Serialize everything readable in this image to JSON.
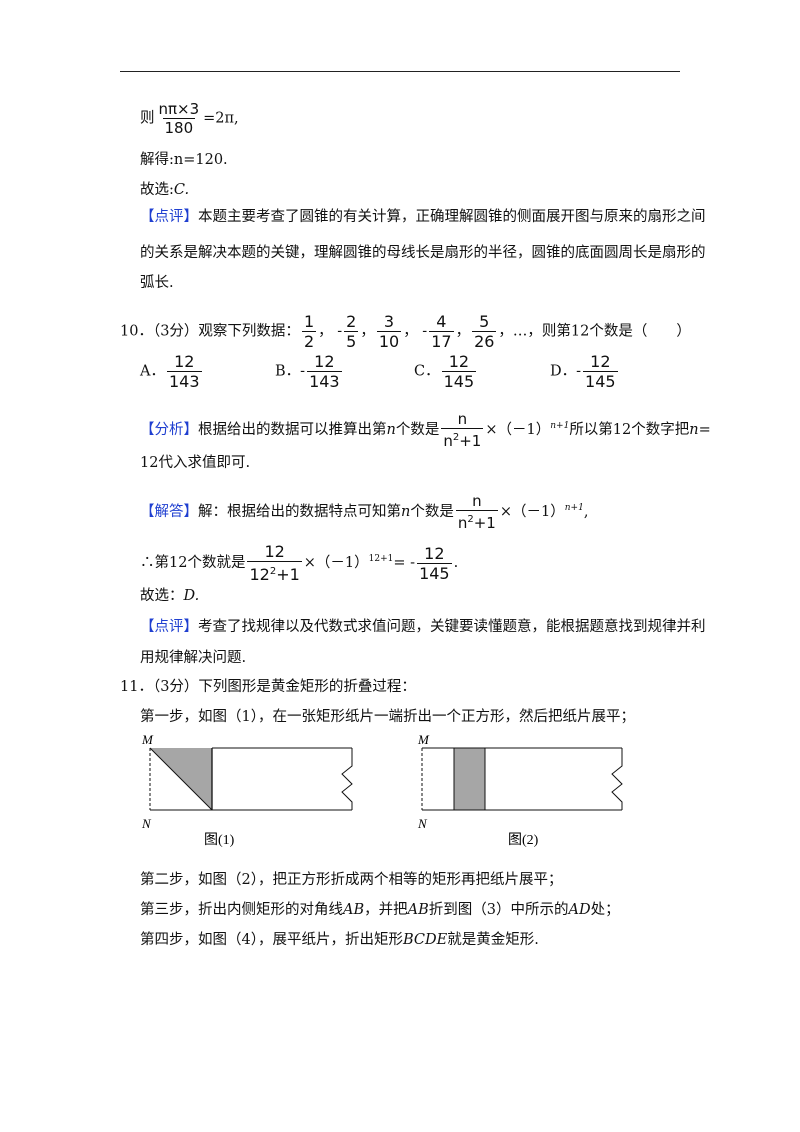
{
  "lines": {
    "l1_prefix": "则",
    "l1_num": "nπ×3",
    "l1_den": "180",
    "l1_suffix": "=2π,",
    "l2_text": "解得:n=120.",
    "l3_prefix": "故选:",
    "l3_answer": "C.",
    "l4_tag": "【点评】",
    "l4_text": "本题主要考查了圆锥的有关计算，正确理解圆锥的侧面展开图与原来的扇形之间",
    "l5_text": "的关系是解决本题的关键，理解圆锥的母线长是扇形的半径，圆锥的底面圆周长是扇形的",
    "l6_text": "弧长."
  },
  "q10": {
    "number_score": "10．（3分）观察下列数据：",
    "f1_num": "1",
    "f1_den": "2",
    "f2_num": "2",
    "f2_den": "5",
    "f3_num": "3",
    "f3_den": "10",
    "f4_num": "4",
    "f4_den": "17",
    "f5_num": "5",
    "f5_den": "26",
    "neg": "-",
    "sep": "，",
    "tail": "，…，则第12个数是（　　）",
    "options": [
      {
        "label": "A．",
        "sign": "",
        "num": "12",
        "den": "143"
      },
      {
        "label": "B．",
        "sign": "-",
        "num": "12",
        "den": "143"
      },
      {
        "label": "C．",
        "sign": "",
        "num": "12",
        "den": "145"
      },
      {
        "label": "D．",
        "sign": "-",
        "num": "12",
        "den": "145"
      }
    ],
    "analysis_tag": "【分析】",
    "analysis_a": "根据给出的数据可以推算出第",
    "analysis_n": "n",
    "analysis_b": "个数是",
    "frac_num": "n",
    "frac_den_base": "n",
    "frac_den_exp": "2",
    "frac_den_tail": "+1",
    "times_neg1": "×（－1）",
    "exp_n1": "n+1",
    "analysis_c": "所以第12个数字把",
    "analysis_d": "n=",
    "analysis_e": "12代入求值即可.",
    "solution_tag": "【解答】",
    "solution_a": "解：根据给出的数据特点可知第",
    "solution_b": "个数是",
    "result_prefix": "∴第12个数就是",
    "r_num": "12",
    "r_den_base": "12",
    "r_den_exp": "2",
    "r_den_tail": "+1",
    "r_exp": "12+1",
    "r_eq": "= -",
    "r_res_num": "12",
    "r_res_den": "145",
    "r_end": ".",
    "choose": "故选：",
    "choose_ans": "D.",
    "comment_tag": "【点评】",
    "comment_a": "考查了找规律以及代数式求值问题，关键要读懂题意，能根据题意找到规律并利",
    "comment_b": "用规律解决问题."
  },
  "q11": {
    "title": "11．（3分）下列图形是黄金矩形的折叠过程：",
    "step1": "第一步，如图（1），在一张矩形纸片一端折出一个正方形，然后把纸片展平；",
    "fig1_label": "图(1)",
    "fig2_label": "图(2)",
    "label_m": "M",
    "label_n": "N",
    "step2": "第二步，如图（2），把正方形折成两个相等的矩形再把纸片展平；",
    "step3_a": "第三步，折出内侧矩形的对角线",
    "ab": "AB",
    "step3_b": "，并把",
    "step3_c": "折到图（3）中所示的",
    "ad": "AD",
    "step3_d": "处；",
    "step4_a": "第四步，如图（4），展平纸片，折出矩形",
    "bcde": "BCDE",
    "step4_b": "就是黄金矩形."
  },
  "colors": {
    "tag": "#1f3fd0",
    "fill": "#a6a6a6"
  }
}
